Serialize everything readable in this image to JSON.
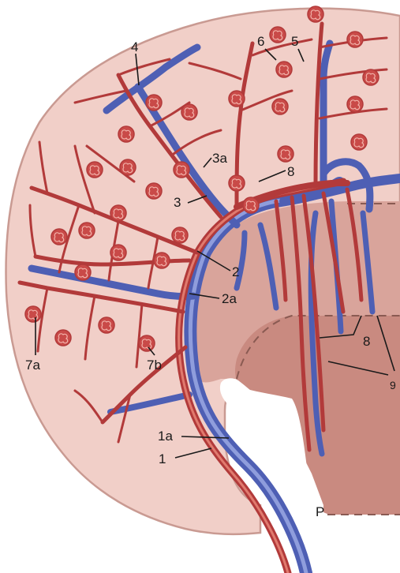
{
  "labels": {
    "l4": "4",
    "l6": "6",
    "l5": "5",
    "l3a": "3a",
    "l3": "3",
    "l8top": "8",
    "l2": "2",
    "l2a": "2a",
    "l8low": "8",
    "l9": "9",
    "l7a": "7a",
    "l7b": "7b",
    "l1a": "1a",
    "l1": "1",
    "lP": "P"
  },
  "colors": {
    "cortex": "#f1cfc8",
    "cortex_edge": "#c99a92",
    "medulla": "#d9a49b",
    "papilla": "#c98a80",
    "artery": "#d85b55",
    "artery_dark": "#b23a3a",
    "vein": "#6b7bd6",
    "vein_dark": "#4e5fb4",
    "glomerulus": "#c94a48"
  }
}
